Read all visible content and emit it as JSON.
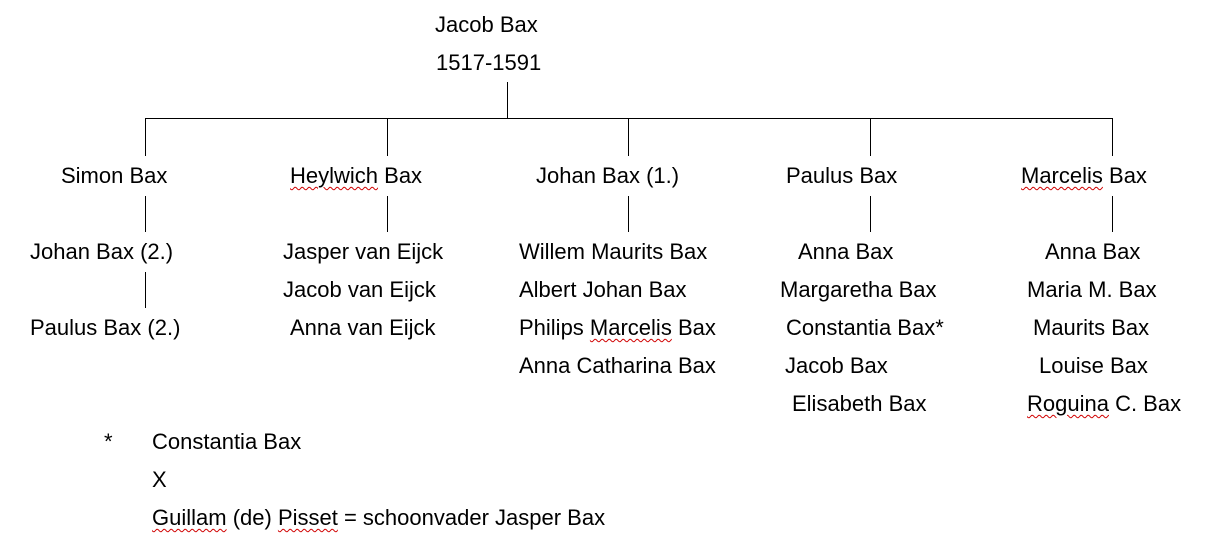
{
  "root": {
    "name": "Jacob Bax",
    "years": "1517-1591"
  },
  "columns": [
    {
      "name": "Simon Bax",
      "children": [
        "Johan Bax (2.)",
        "Paulus Bax (2.)"
      ]
    },
    {
      "name": "Heylwich Bax",
      "children": [
        "Jasper van Eijck",
        "Jacob van Eijck",
        "Anna van Eijck"
      ]
    },
    {
      "name": "Johan Bax (1.)",
      "children": [
        "Willem Maurits Bax",
        "Albert Johan Bax",
        "Philips Marcelis Bax",
        "Anna Catharina Bax"
      ]
    },
    {
      "name": "Paulus Bax",
      "children": [
        "Anna Bax",
        "Margaretha Bax",
        "Constantia Bax*",
        "Jacob Bax",
        "Elisabeth Bax"
      ]
    },
    {
      "name": "Marcelis Bax",
      "children": [
        "Anna Bax",
        "Maria M. Bax",
        "Maurits Bax",
        "Louise Bax",
        "Roguina C. Bax"
      ]
    }
  ],
  "footnote": {
    "marker": "*",
    "line1": "Constantia Bax",
    "line2": "X",
    "line3": "Guillam (de) Pisset = schoonvader Jasper Bax"
  }
}
